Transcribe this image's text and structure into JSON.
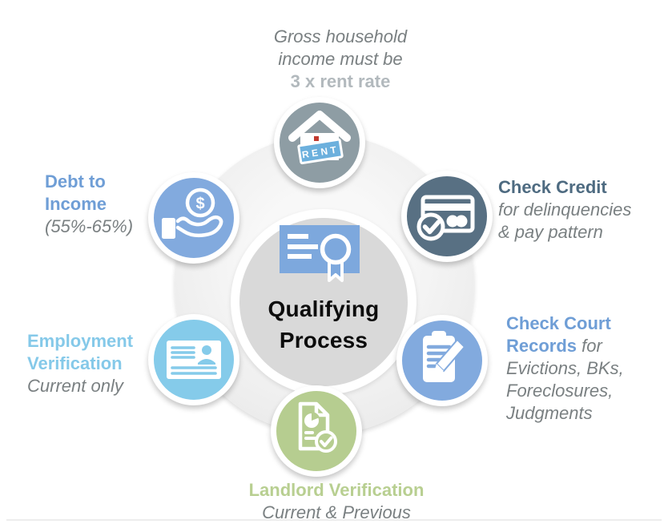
{
  "colors": {
    "node_rent": "#8e9da4",
    "node_credit": "#587083",
    "node_court": "#82aade",
    "node_landlord": "#b6cd90",
    "node_employment": "#85cbea",
    "node_debt": "#82aade",
    "cert_blue": "#7da8dd",
    "inner_circle": "#d9d9d9",
    "title_slate": "#4e6b81",
    "title_blue": "#6f9ed6",
    "title_sky": "#85c9e9",
    "title_green": "#b8cf91",
    "muted_text": "#7a8082",
    "rent_rate_text": "#b2b9bd",
    "sign_blue": "#6cb0dd",
    "sign_dot_red": "#c1392e"
  },
  "center": {
    "icon": "certificate-icon",
    "title_line1": "Qualifying",
    "title_line2": "Process"
  },
  "nodes": {
    "rent": {
      "icon": "house-rent-icon",
      "sign_text": "RENT",
      "note_line1": "Gross household",
      "note_line2": "income must be",
      "note_line3": "3 x rent rate"
    },
    "credit": {
      "icon": "credit-card-check-icon",
      "title": "Check Credit",
      "desc_line1": "for delinquencies",
      "desc_line2": "& pay pattern"
    },
    "court": {
      "icon": "clipboard-pencil-icon",
      "title_line1": "Check Court",
      "title_line2": "Records",
      "title_suffix": "for",
      "desc_line1": "Evictions, BKs,",
      "desc_line2": "Foreclosures,",
      "desc_line3": "Judgments"
    },
    "landlord": {
      "icon": "document-check-icon",
      "title": "Landlord Verification",
      "desc": "Current & Previous"
    },
    "employment": {
      "icon": "id-card-icon",
      "title_line1": "Employment",
      "title_line2": "Verification",
      "desc": "Current only"
    },
    "debt": {
      "icon": "hand-coin-icon",
      "coin_symbol": "$",
      "title_line1": "Debt to",
      "title_line2": "Income",
      "desc": "(55%-65%)"
    }
  }
}
